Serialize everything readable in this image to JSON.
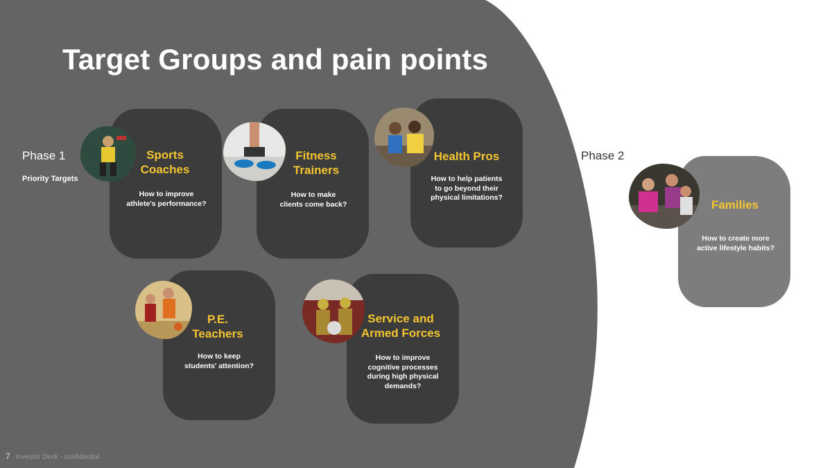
{
  "title": "Target Groups and pain points",
  "phase1": {
    "label": "Phase 1",
    "sublabel": "Priority Targets"
  },
  "phase2": {
    "label": "Phase 2"
  },
  "groups": [
    {
      "name_line1": "Sports",
      "name_line2": "Coaches",
      "question_line1": "How to improve",
      "question_line2": "athlete's performance?"
    },
    {
      "name_line1": "Fitness",
      "name_line2": "Trainers",
      "question_line1": "How to make",
      "question_line2": "clients come back?"
    },
    {
      "name_line1": "Health Pros",
      "question_line1": "How to help patients",
      "question_line2": "to go beyond their",
      "question_line3": "physical limitations?"
    },
    {
      "name_line1": "P.E.",
      "name_line2": "Teachers",
      "question_line1": "How to keep",
      "question_line2": "students' attention?"
    },
    {
      "name_line1": "Service and",
      "name_line2": "Armed Forces",
      "question_line1": "How to improve",
      "question_line2": "cognitive processes",
      "question_line3": "during high physical",
      "question_line4": "demands?"
    },
    {
      "name_line1": "Families",
      "question_line1": "How to create  more",
      "question_line2": "active lifestyle habits?"
    }
  ],
  "footer": {
    "page_number": "7",
    "text": "Investor Deck - confidential"
  },
  "colors": {
    "background_shape": "#646464",
    "card_dark": "#3c3c3c",
    "card_light": "#7d7d7d",
    "accent": "#f5c531"
  }
}
